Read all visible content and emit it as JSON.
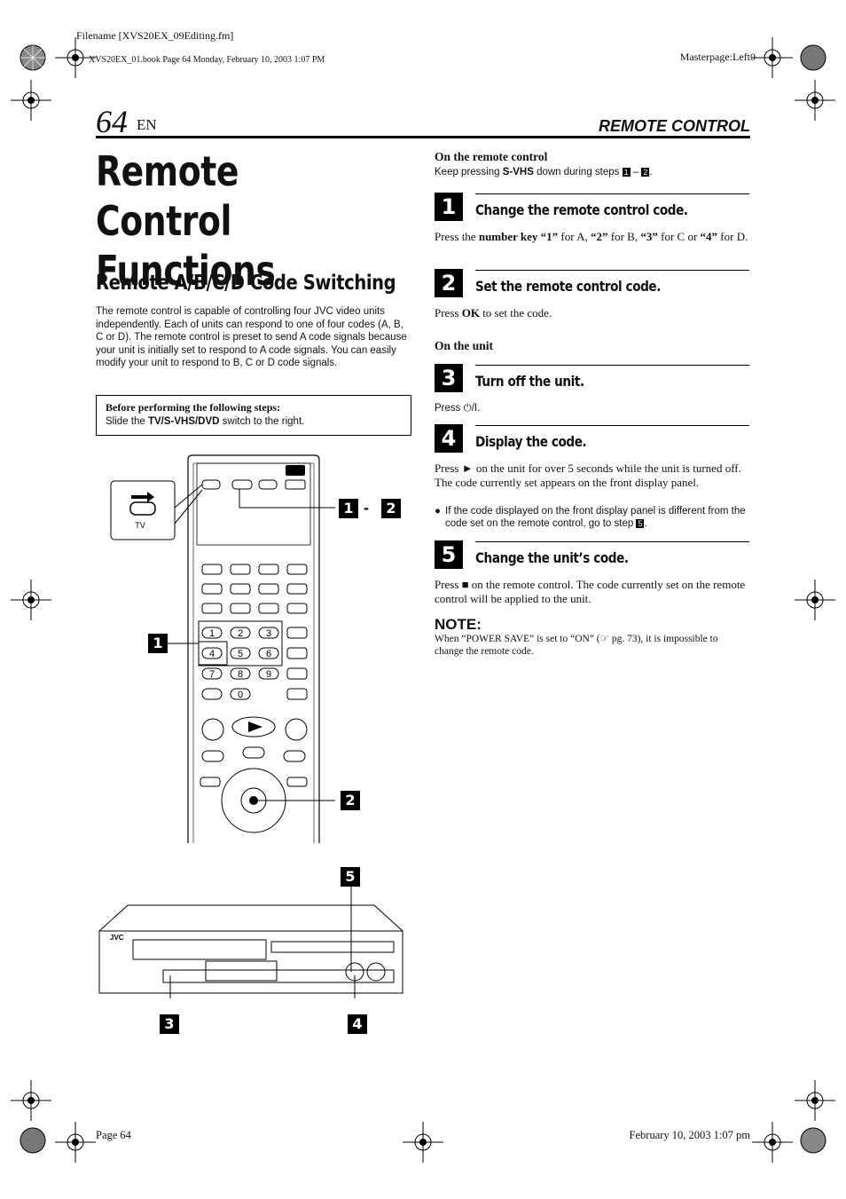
{
  "header": {
    "filename": "Filename [XVS20EX_09Editing.fm]",
    "book": "XVS20EX_01.book  Page 64  Monday, February 10, 2003  1:07 PM",
    "masterpage": "Masterpage:Left0"
  },
  "page": {
    "number": "64",
    "lang": "EN",
    "section": "REMOTE CONTROL"
  },
  "title": "Remote Control Functions",
  "subtitle": "Remote A/B/C/D Code Switching",
  "intro": "The remote control is capable of controlling four JVC video units independently. Each of units can respond to one of four codes (A, B, C or D). The remote control is preset to send A code signals because your unit is initially set to respond to A code signals. You can easily modify your unit to respond to B, C or D code signals.",
  "before_box": {
    "heading": "Before performing the following steps:",
    "text_pre": "Slide the ",
    "text_bold": "TV/S-VHS/DVD",
    "text_post": " switch to the right."
  },
  "remote_section": {
    "heading": "On the remote control",
    "text_pre": "Keep pressing ",
    "text_bold": "S-VHS",
    "text_post": " down during steps ",
    "step_a": "1",
    "dash": " – ",
    "step_b": "2",
    "period": "."
  },
  "unit_heading": "On the unit",
  "steps": [
    {
      "num": "1",
      "title": "Change the remote control code."
    },
    {
      "num": "2",
      "title": "Set the remote control code."
    },
    {
      "num": "3",
      "title": "Turn off the unit."
    },
    {
      "num": "4",
      "title": "Display the code."
    },
    {
      "num": "5",
      "title": "Change the unit’s code."
    }
  ],
  "step1_text": {
    "p1": "Press the ",
    "b1": "number key “1”",
    "p2": " for A, ",
    "b2": "“2”",
    "p3": " for B, ",
    "b3": "“3”",
    "p4": " for C or ",
    "b4": "“4”",
    "p5": " for D."
  },
  "step2_text": {
    "p1": "Press ",
    "b1": "OK",
    "p2": " to set the code."
  },
  "step3_text": {
    "p1": "Press ",
    "icon": "⏻/I",
    "p2": "."
  },
  "step4_text": "Press ► on the unit for over 5 seconds while the unit is turned off. The code currently set appears on the front display panel.",
  "step4_bullet": "If the code displayed on the front display panel is different from the code set on the remote control, go to step ",
  "step4_bullet_ref": "5",
  "step5_text": "Press ■ on the remote control. The code currently set on the remote control will be applied to the unit.",
  "note": {
    "heading": "NOTE:",
    "text": "When “POWER SAVE” is set to “ON” (☞ pg. 73), it is impossible to change the remote code."
  },
  "illustration": {
    "callouts": [
      "1",
      "-",
      "2",
      "1",
      "2",
      "5",
      "3",
      "4"
    ],
    "switch_label": "TV",
    "brand": "JVC",
    "keypad": [
      "1",
      "2",
      "3",
      "4",
      "5",
      "6",
      "7",
      "8",
      "9",
      "0"
    ]
  },
  "footer": {
    "left": "Page 64",
    "right": "February 10, 2003 1:07 pm"
  }
}
